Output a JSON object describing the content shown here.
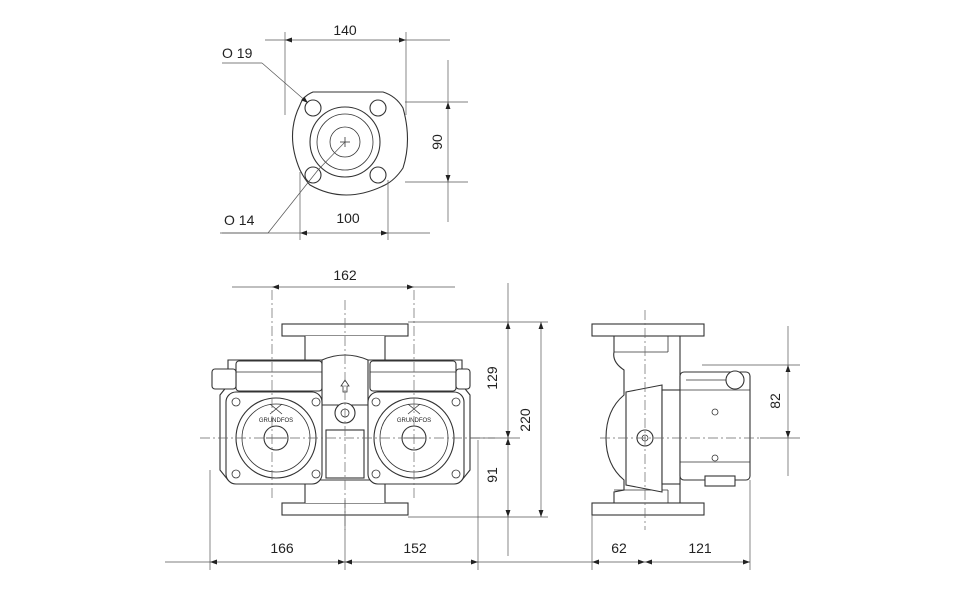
{
  "dimensions": {
    "top_width": "140",
    "top_height": "90",
    "top_bolt_spacing": "100",
    "hole_large": "O 19",
    "hole_small": "O 14",
    "front_center_span": "162",
    "front_upper_height": "129",
    "front_total_height": "220",
    "front_lower_height": "91",
    "front_left_width": "166",
    "front_right_width": "152",
    "side_motor_height": "82",
    "side_left_width": "62",
    "side_right_width": "121"
  },
  "logo_text": "GRUNDFOS"
}
